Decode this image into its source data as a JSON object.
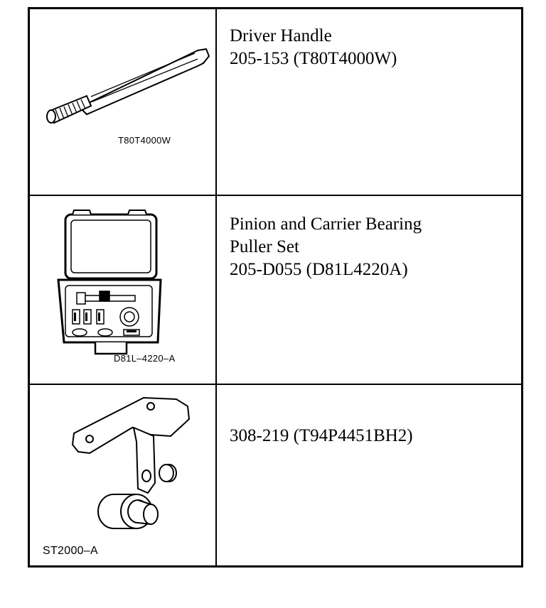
{
  "tools": [
    {
      "illustration_label": "T80T4000W",
      "name_lines": [
        "Driver Handle"
      ],
      "number": "205-153 (T80T4000W)",
      "icon": "driver-handle-icon"
    },
    {
      "illustration_label": "D81L–4220–A",
      "name_lines": [
        "Pinion and Carrier Bearing",
        "Puller Set"
      ],
      "number": "205-D055 (D81L4220A)",
      "icon": "puller-set-case-icon"
    },
    {
      "illustration_label": "ST2000–A",
      "name_lines": [],
      "number": "308-219 (T94P4451BH2)",
      "icon": "bracket-tool-icon"
    }
  ]
}
